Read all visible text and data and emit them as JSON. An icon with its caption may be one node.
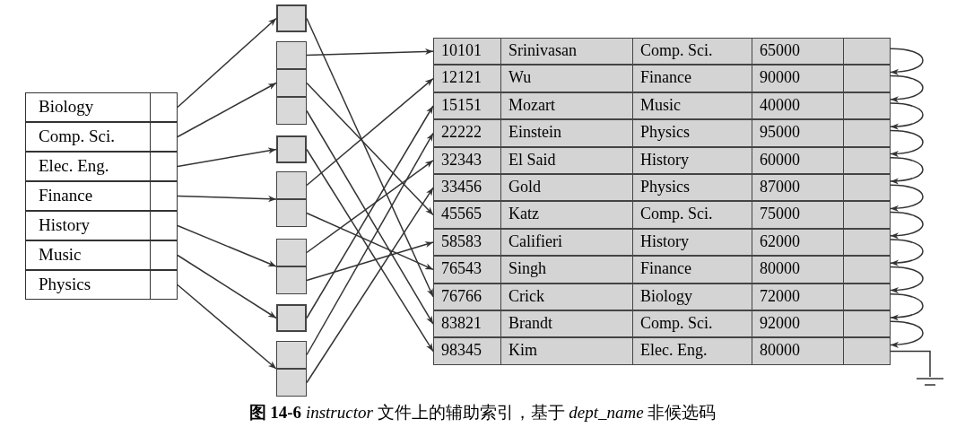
{
  "diagram": {
    "caption": "**图 14-6** *instructor* 文件上的辅助索引，基于 *dept_name* 非候选码",
    "nodes": [
      {
        "text": [
          "Biology"
        ]
      },
      {
        "text": [
          "Comp. Sci."
        ]
      },
      {
        "text": [
          "Elec. Eng."
        ]
      },
      {
        "text": [
          "Finance"
        ]
      },
      {
        "text": [
          "History"
        ]
      },
      {
        "text": [
          "Music"
        ]
      },
      {
        "text": [
          "Physics"
        ]
      },
      {
        "text": [],
        "shape": "box"
      },
      {
        "text": [],
        "shape": "box"
      },
      {
        "text": [],
        "shape": "box",
        "in": 8
      },
      {
        "text": [],
        "shape": "box",
        "in": 8
      },
      {
        "text": [],
        "shape": "box",
        "in": 8
      },
      {
        "text": [],
        "shape": "box"
      },
      {
        "text": [],
        "shape": "box"
      },
      {
        "text": [],
        "shape": "box",
        "in": 13
      },
      {
        "text": [],
        "shape": "box",
        "in": 13
      },
      {
        "text": [],
        "shape": "box"
      },
      {
        "text": [],
        "shape": "box",
        "in": 16
      },
      {
        "text": [],
        "shape": "box",
        "in": 16
      },
      {
        "text": [],
        "shape": "box"
      },
      {
        "text": [],
        "shape": "box"
      },
      {
        "text": [],
        "shape": "box",
        "in": 20
      },
      {
        "text": [],
        "shape": "box",
        "in": 20
      },
      {
        "text": [
          "10101",
          "Srinivasan",
          "Comp. Sci.",
          "65000"
        ]
      },
      {
        "text": [
          "12121",
          "Wu",
          "Finance",
          "90000"
        ]
      },
      {
        "text": [
          "15151",
          "Mozart",
          "Music",
          "40000"
        ]
      },
      {
        "text": [
          "22222",
          "Einstein",
          "Physics",
          "95000"
        ]
      },
      {
        "text": [
          "32343",
          "El Said",
          "History",
          "60000"
        ]
      },
      {
        "text": [
          "33456",
          "Gold",
          "Physics",
          "87000"
        ]
      },
      {
        "text": [
          "45565",
          "Katz",
          "Comp. Sci.",
          "75000"
        ]
      },
      {
        "text": [
          "58583",
          "Califieri",
          "History",
          "62000"
        ]
      },
      {
        "text": [
          "76543",
          "Singh",
          "Finance",
          "80000"
        ]
      },
      {
        "text": [
          "76766",
          "Crick",
          "Biology",
          "72000"
        ]
      },
      {
        "text": [
          "83821",
          "Brandt",
          "Comp. Sci.",
          "92000"
        ]
      },
      {
        "text": [
          "98345",
          "Kim",
          "Elec. Eng.",
          "80000"
        ]
      },
      {
        "text": [],
        "shape": "ground"
      }
    ],
    "edges": [
      {
        "from": 0,
        "to": 7,
        "arrow": "to"
      },
      {
        "from": 1,
        "to": 8,
        "arrow": "to"
      },
      {
        "from": 2,
        "to": 12,
        "arrow": "to"
      },
      {
        "from": 3,
        "to": 13,
        "arrow": "to"
      },
      {
        "from": 4,
        "to": 16,
        "arrow": "to"
      },
      {
        "from": 5,
        "to": 19,
        "arrow": "to"
      },
      {
        "from": 6,
        "to": 20,
        "arrow": "to"
      },
      {
        "from": 7,
        "to": 32,
        "arrow": "to"
      },
      {
        "from": 9,
        "to": 23,
        "arrow": "to"
      },
      {
        "from": 10,
        "to": 29,
        "arrow": "to"
      },
      {
        "from": 11,
        "to": 33,
        "arrow": "to"
      },
      {
        "from": 12,
        "to": 34,
        "arrow": "to"
      },
      {
        "from": 14,
        "to": 24,
        "arrow": "to"
      },
      {
        "from": 15,
        "to": 31,
        "arrow": "to"
      },
      {
        "from": 17,
        "to": 27,
        "arrow": "to"
      },
      {
        "from": 18,
        "to": 30,
        "arrow": "to"
      },
      {
        "from": 19,
        "to": 25,
        "arrow": "to"
      },
      {
        "from": 21,
        "to": 26,
        "arrow": "to"
      },
      {
        "from": 22,
        "to": 28,
        "arrow": "to"
      },
      {
        "from": 23,
        "to": 24,
        "arrow": "to"
      },
      {
        "from": 24,
        "to": 25,
        "arrow": "to"
      },
      {
        "from": 25,
        "to": 26,
        "arrow": "to"
      },
      {
        "from": 26,
        "to": 27,
        "arrow": "to"
      },
      {
        "from": 27,
        "to": 28,
        "arrow": "to"
      },
      {
        "from": 28,
        "to": 29,
        "arrow": "to"
      },
      {
        "from": 29,
        "to": 30,
        "arrow": "to"
      },
      {
        "from": 30,
        "to": 31,
        "arrow": "to"
      },
      {
        "from": 31,
        "to": 32,
        "arrow": "to"
      },
      {
        "from": 32,
        "to": 33,
        "arrow": "to"
      },
      {
        "from": 33,
        "to": 34,
        "arrow": "to"
      },
      {
        "from": 34,
        "to": 35,
        "arrow": "none"
      }
    ]
  }
}
